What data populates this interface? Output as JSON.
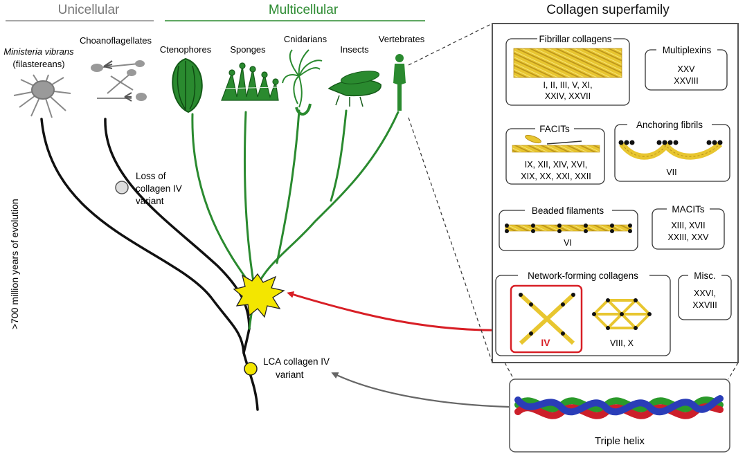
{
  "headers": {
    "unicellular": "Unicellular",
    "multicellular": "Multicellular",
    "superfamily": "Collagen superfamily"
  },
  "taxa": {
    "ministeria_italic": "Ministeria vibrans",
    "ministeria_sub": "(filastereans)",
    "choanoflagellates": "Choanoflagellates",
    "ctenophores": "Ctenophores",
    "sponges": "Sponges",
    "cnidarians": "Cnidarians",
    "insects": "Insects",
    "vertebrates": "Vertebrates"
  },
  "annotations": {
    "loss_line1": "Loss of",
    "loss_line2": "collagen IV",
    "loss_line3": "variant",
    "lca_line1": "LCA collagen IV",
    "lca_line2": "variant",
    "timescale": ">700 million years of evolution"
  },
  "collagen_boxes": {
    "fibrillar": {
      "title": "Fibrillar collagens",
      "line1": "I, II, III, V, XI,",
      "line2": "XXIV, XXVII"
    },
    "multiplexins": {
      "title": "Multiplexins",
      "line1": "XXV",
      "line2": "XXVIII"
    },
    "facits": {
      "title": "FACITs",
      "line1": "IX, XII, XIV, XVI,",
      "line2": "XIX, XX, XXI, XXII"
    },
    "anchoring": {
      "title": "Anchoring fibrils",
      "line1": "VII"
    },
    "beaded": {
      "title": "Beaded filaments",
      "line1": "VI"
    },
    "macits": {
      "title": "MACITs",
      "line1": "XIII, XVII",
      "line2": "XXIII, XXV"
    },
    "network": {
      "title": "Network-forming collagens",
      "iv_label": "IV",
      "viii_label": "VIII, X"
    },
    "misc": {
      "title": "Misc.",
      "line1": "XXVI,",
      "line2": "XXVIII"
    }
  },
  "triple_helix": {
    "label": "Triple helix"
  },
  "colors": {
    "green": "#2a8a2f",
    "grey_header": "#777777",
    "red": "#d81f26",
    "yellow": "#f3e600",
    "collagen_yellow": "#e8c630",
    "black": "#111111"
  }
}
